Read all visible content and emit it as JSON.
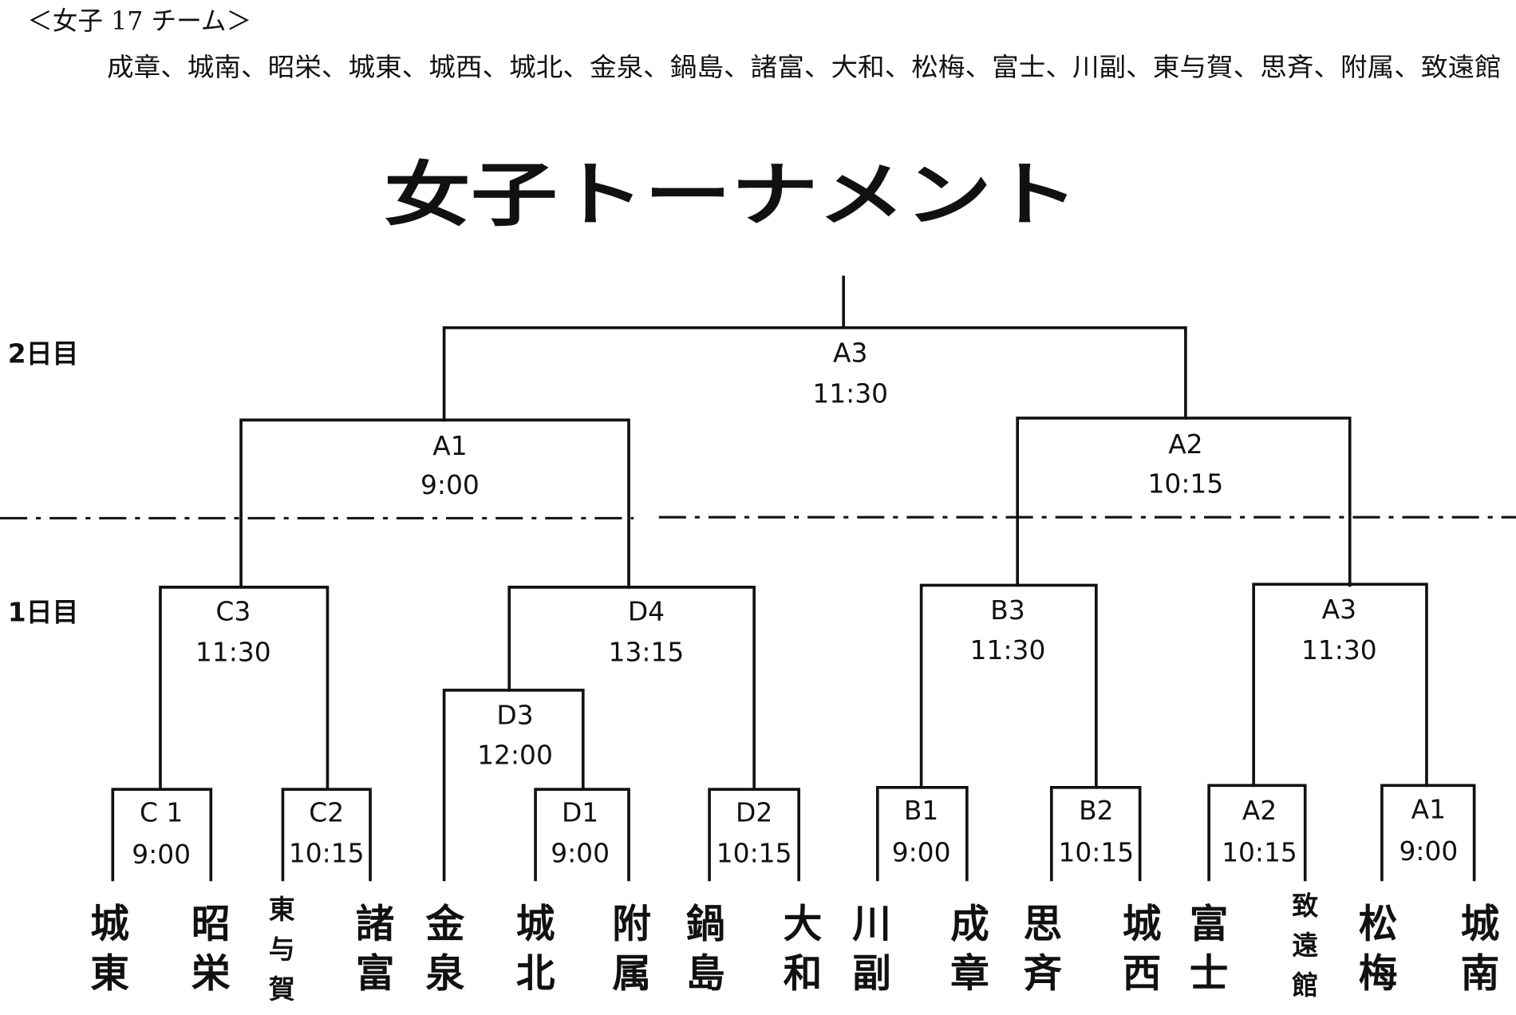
{
  "header": {
    "group_label": "＜女子 17 チーム＞",
    "team_list": "成章、城南、昭栄、城東、城西、城北、金泉、鍋島、諸富、大和、松梅、富士、川副、東与賀、思斉、附属、致遠館"
  },
  "title": "女子トーナメント",
  "day2": {
    "label": "2日目",
    "final": {
      "id": "A3",
      "time": "11:30"
    },
    "semifinal_left": {
      "id": "A1",
      "time": "9:00"
    },
    "semifinal_right": {
      "id": "A2",
      "time": "10:15"
    }
  },
  "day1": {
    "label": "1日目",
    "matches": [
      {
        "id": "C3",
        "time": "11:30"
      },
      {
        "id": "D4",
        "time": "13:15"
      },
      {
        "id": "D3",
        "time": "12:00"
      },
      {
        "id": "B3",
        "time": "11:30"
      },
      {
        "id": "A3",
        "time": "11:30"
      },
      {
        "id": "C 1",
        "time": "9:00"
      },
      {
        "id": "C2",
        "time": "10:15"
      },
      {
        "id": "D1",
        "time": "9:00"
      },
      {
        "id": "D2",
        "time": "10:15"
      },
      {
        "id": "B1",
        "time": "9:00"
      },
      {
        "id": "B2",
        "time": "10:15"
      },
      {
        "id": "A2",
        "time": "10:15"
      },
      {
        "id": "A1",
        "time": "9:00"
      }
    ]
  },
  "teams": [
    {
      "name": "城東"
    },
    {
      "name": "昭栄"
    },
    {
      "name": "東与賀"
    },
    {
      "name": "諸富"
    },
    {
      "name": "金泉"
    },
    {
      "name": "城北"
    },
    {
      "name": "附属"
    },
    {
      "name": "鍋島"
    },
    {
      "name": "大和"
    },
    {
      "name": "川副"
    },
    {
      "name": "成章"
    },
    {
      "name": "思斉"
    },
    {
      "name": "城西"
    },
    {
      "name": "富士"
    },
    {
      "name": "致遠館"
    },
    {
      "name": "松梅"
    },
    {
      "name": "城南"
    }
  ]
}
